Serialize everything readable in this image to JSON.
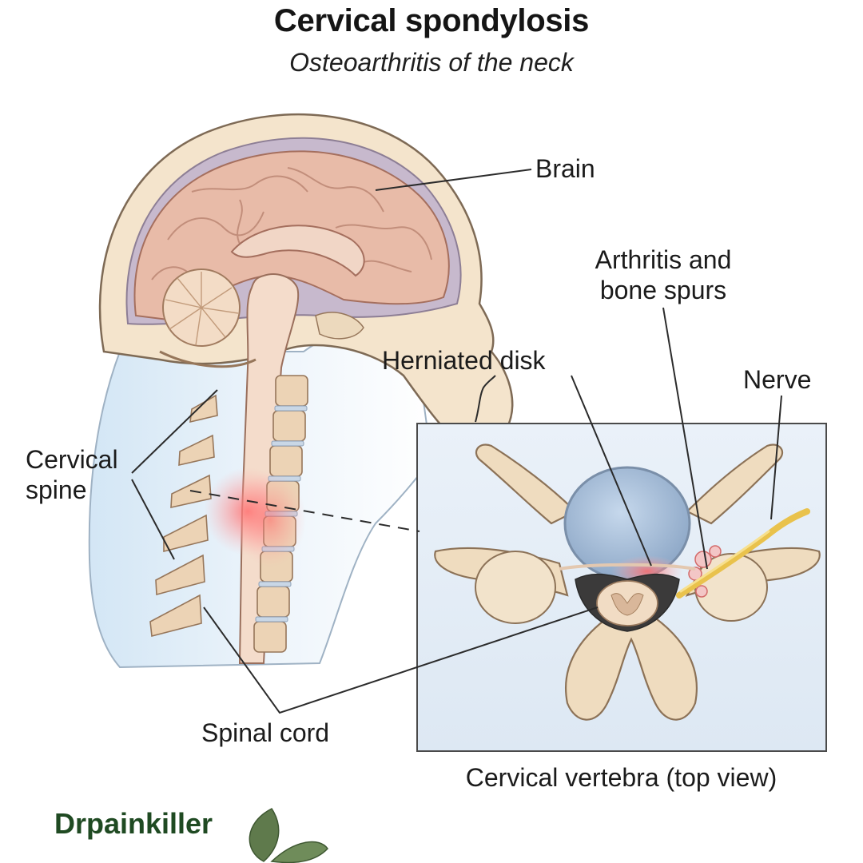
{
  "header": {
    "title": "Cervical spondylosis",
    "subtitle": "Osteoarthritis of the neck"
  },
  "labels": {
    "brain": "Brain",
    "arthritis": "Arthritis and\nbone spurs",
    "herniated_disk": "Herniated disk",
    "nerve": "Nerve",
    "cervical_spine": "Cervical\nspine",
    "spinal_cord": "Spinal cord"
  },
  "inset": {
    "caption": "Cervical vertebra (top view)"
  },
  "brand": {
    "name": "Drpainkiller"
  },
  "colors": {
    "bone": "#eedcbf",
    "brain": "#e7b9a6",
    "inflammation": "#f27a7a",
    "inset_background": "#e4edf7",
    "brand": "#1f4a22"
  }
}
